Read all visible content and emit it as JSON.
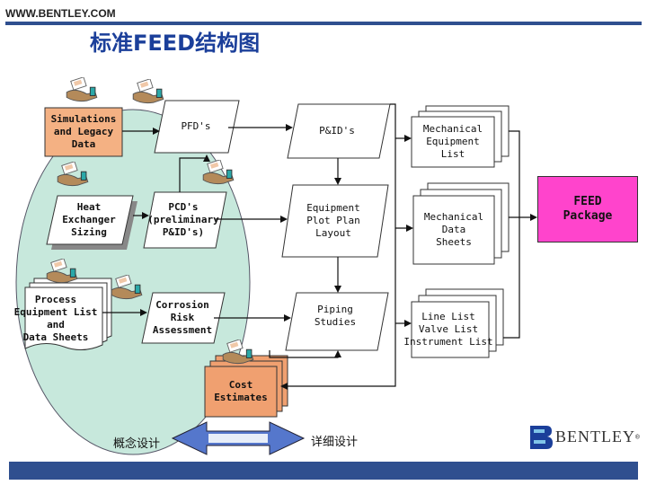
{
  "header": {
    "url": "WWW.BENTLEY.COM",
    "title": "标准FEED结构图"
  },
  "nodes": {
    "simulations": "Simulations\nand Legacy\nData",
    "pfds": "PFD's",
    "pids": "P&ID's",
    "mech_equipment_list": "Mechanical\nEquipment\nList",
    "heat_exchanger": "Heat\nExchanger\nSizing",
    "pcds": "PCD's\n(preliminary\nP&ID's)",
    "equipment_plot_plan": "Equipment\nPlot Plan\nLayout",
    "mech_data_sheets": "Mechanical\nData\nSheets",
    "feed_package": "FEED\nPackage",
    "process_equipment_list": "Process\nEquipment List\nand\nData Sheets",
    "corrosion": "Corrosion\nRisk\nAssessment",
    "piping": "Piping\nStudies",
    "line_list": "Line List\nValve List\nInstrument List",
    "cost_estimates": "Cost\nEstimates"
  },
  "phases": {
    "conceptual": "概念设计",
    "detailed": "详细设计"
  },
  "logo": {
    "word": "BENTLEY",
    "mark": "®"
  },
  "colors": {
    "accent_blue": "#1b3f9a",
    "bar_blue": "#2f4f8f",
    "ellipse_fill": "#c7e8dc",
    "salmon": "#f4b183",
    "cost_fill": "#f0a070",
    "feed_pink": "#ff44cc",
    "arrow_blue": "#5577cc"
  }
}
